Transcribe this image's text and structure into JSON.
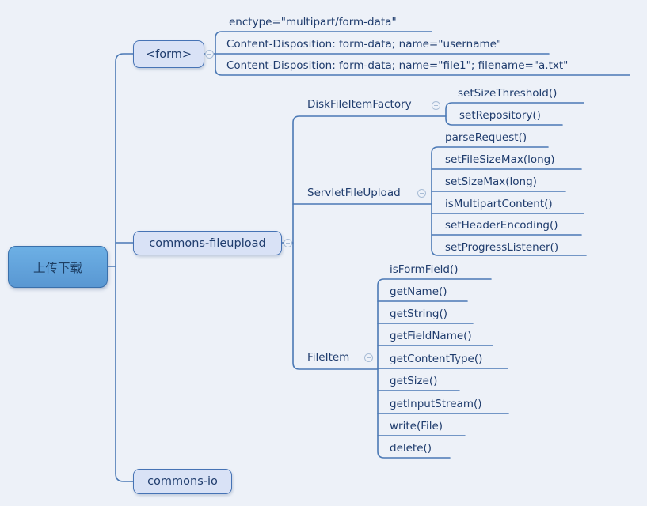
{
  "mindmap": {
    "root_label": "上传下载",
    "form": {
      "label": "<form>",
      "children": [
        "enctype=\"multipart/form-data\"",
        "Content-Disposition: form-data; name=\"username\"",
        "Content-Disposition: form-data; name=\"file1\"; filename=\"a.txt\""
      ]
    },
    "fileupload": {
      "label": "commons-fileupload",
      "diskFileItemFactory": {
        "label": "DiskFileItemFactory",
        "methods": [
          "setSizeThreshold()",
          "setRepository()"
        ]
      },
      "servletFileUpload": {
        "label": "ServletFileUpload",
        "methods": [
          "parseRequest()",
          "setFileSizeMax(long)",
          "setSizeMax(long)",
          "isMultipartContent()",
          "setHeaderEncoding()",
          "setProgressListener()"
        ]
      },
      "fileItem": {
        "label": "FileItem",
        "methods": [
          "isFormField()",
          "getName()",
          "getString()",
          "getFieldName()",
          "getContentType()",
          "getSize()",
          "getInputStream()",
          "write(File)",
          "delete()"
        ]
      }
    },
    "io": {
      "label": "commons-io"
    },
    "colors": {
      "background": "#edf1f8",
      "branch_line": "#4b79b5",
      "root_fill": "#61a3dc",
      "root_border": "#3a70ab",
      "topic_fill": "#d9e2f6",
      "topic_border": "#4673b5",
      "text": "#1f3c6d"
    }
  }
}
